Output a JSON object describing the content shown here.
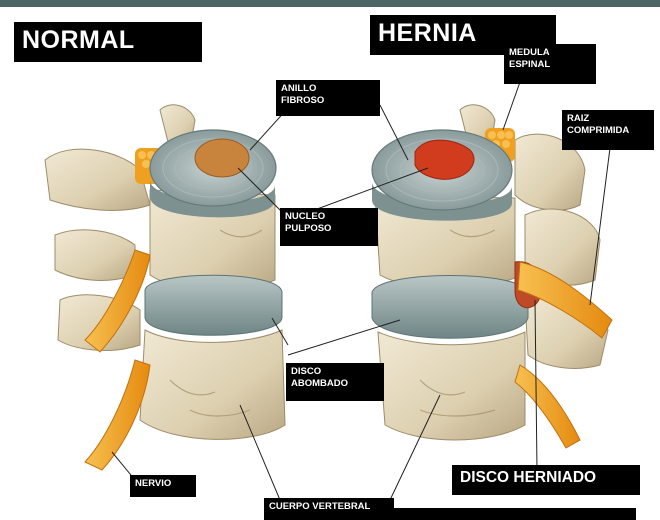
{
  "title_left": "NORMAL",
  "title_right": "HERNIA",
  "labels": {
    "anillo_fibroso": "ANILLO\nFIBROSO",
    "nucleo_pulposo": "NUCLEO\nPULPOSO",
    "disco_abombado": "DISCO\nABOMBADO",
    "nervio": "NERVIO",
    "cuerpo_vertebral": "CUERPO VERTEBRAL",
    "medula_espinal": "MEDULA\nESPINAL",
    "raiz_comprimida": "RAIZ\nCOMPRIMIDA",
    "disco_herniado": "DISCO HERNIADO"
  },
  "colors": {
    "bone": "#e6dcc2",
    "disc": "#8fa3a3",
    "nerve": "#f0a020",
    "nucleus_normal": "#c8843c",
    "nucleus_hernia": "#d23c1e",
    "label_bg": "#000000"
  }
}
